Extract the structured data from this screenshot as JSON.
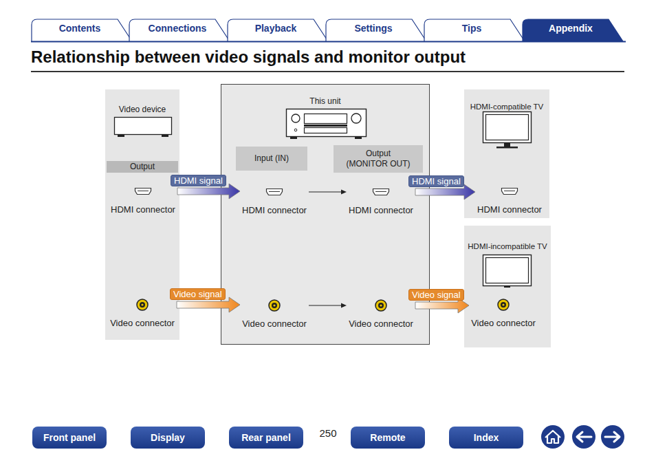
{
  "diagram": {
    "title": "Relationship between video signals and monitor output",
    "nodes": [
      {
        "text": [
          "Video device"
        ]
      },
      {
        "text": [
          "Output"
        ],
        "in": 0
      },
      {
        "text": [
          "HDMI connector"
        ],
        "in": 0
      },
      {
        "text": [
          "Video connector"
        ],
        "in": 0
      },
      {
        "text": [
          "This unit"
        ]
      },
      {
        "text": [
          "Input (IN)"
        ],
        "in": 4
      },
      {
        "text": [
          "Output (MONITOR OUT)"
        ],
        "in": 4
      },
      {
        "text": [
          "HDMI connector"
        ],
        "in": 4
      },
      {
        "text": [
          "HDMI connector"
        ],
        "in": 4
      },
      {
        "text": [
          "Video connector"
        ],
        "in": 4
      },
      {
        "text": [
          "Video connector"
        ],
        "in": 4
      },
      {
        "text": [
          "HDMI-compatible TV"
        ]
      },
      {
        "text": [
          "HDMI connector"
        ],
        "in": 11
      },
      {
        "text": [
          "HDMI-incompatible TV"
        ]
      },
      {
        "text": [
          "Video connector"
        ],
        "in": 13
      }
    ],
    "edges": [
      {
        "from": 2,
        "to": 7,
        "label": "HDMI signal",
        "arrow": "to"
      },
      {
        "from": 7,
        "to": 8,
        "arrow": "to"
      },
      {
        "from": 8,
        "to": 12,
        "label": "HDMI signal",
        "arrow": "to"
      },
      {
        "from": 3,
        "to": 9,
        "label": "Video signal",
        "arrow": "to"
      },
      {
        "from": 9,
        "to": 10,
        "arrow": "to"
      },
      {
        "from": 10,
        "to": 14,
        "label": "Video signal",
        "arrow": "to"
      }
    ],
    "labels": [
      "Contents",
      "Connections",
      "Playback",
      "Settings",
      "Tips",
      "Appendix",
      "Front panel",
      "Display",
      "Rear panel",
      "250",
      "Remote",
      "Index"
    ]
  }
}
